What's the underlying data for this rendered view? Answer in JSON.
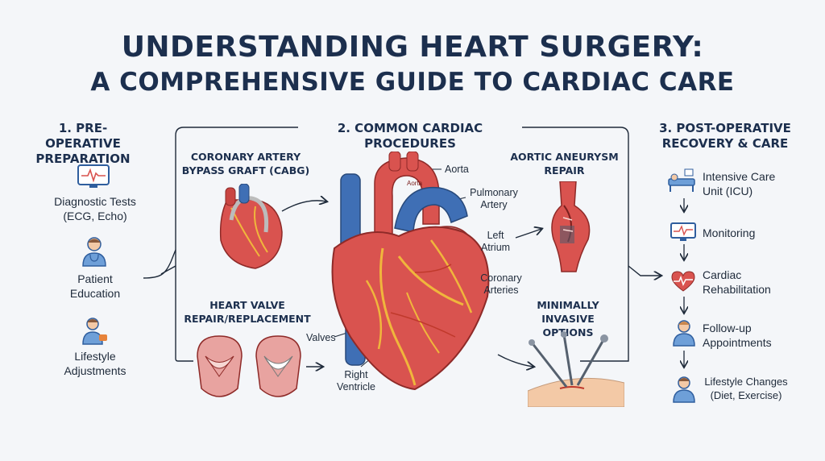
{
  "title": {
    "line1": "UNDERSTANDING HEART SURGERY:",
    "line2": "A COMPREHENSIVE GUIDE TO CARDIAC CARE"
  },
  "pre_op": {
    "heading_line1": "1. PRE-OPERATIVE",
    "heading_line2": "PREPARATION",
    "items": [
      {
        "line1": "Diagnostic Tests",
        "line2": "(ECG, Echo)",
        "icon": "monitor-ecg-icon"
      },
      {
        "line1": "Patient",
        "line2": "Education",
        "icon": "doctor-icon"
      },
      {
        "line1": "Lifestyle",
        "line2": "Adjustments",
        "icon": "person-exercise-icon"
      }
    ]
  },
  "procedures": {
    "heading": "2. COMMON CARDIAC PROCEDURES",
    "cabg": {
      "line1": "CORONARY ARTERY",
      "line2": "BYPASS GRAFT (CABG)"
    },
    "valve": {
      "line1": "HEART VALVE",
      "line2": "REPAIR/REPLACEMENT"
    },
    "aneurysm": {
      "line1": "AORTIC ANEURYSM",
      "line2": "REPAIR"
    },
    "minimal": {
      "line1": "MINIMALLY",
      "line2": "INVASIVE OPTIONS"
    }
  },
  "anatomy": {
    "aorta": "Aorta",
    "aorta_inner": "Aorta",
    "pulmonary_line1": "Pulmonary",
    "pulmonary_line2": "Artery",
    "left_line1": "Left",
    "left_line2": "Atrium",
    "coronary_line1": "Coronary",
    "coronary_line2": "Arteries",
    "valves": "Valves",
    "right_line1": "Right",
    "right_line2": "Ventricle"
  },
  "post_op": {
    "heading_line1": "3. POST-OPERATIVE",
    "heading_line2": "RECOVERY & CARE",
    "items": [
      {
        "line1": "Intensive Care",
        "line2": "Unit (ICU)",
        "icon": "hospital-bed-icon"
      },
      {
        "line1": "Monitoring",
        "line2": "",
        "icon": "monitor-icon"
      },
      {
        "line1": "Cardiac",
        "line2": "Rehabilitation",
        "icon": "heart-pulse-icon"
      },
      {
        "line1": "Follow-up",
        "line2": "Appointments",
        "icon": "doctor-icon"
      },
      {
        "line1": "Lifestyle Changes",
        "line2": "(Diet, Exercise)",
        "icon": "person-icon"
      }
    ]
  },
  "colors": {
    "title": "#1c2f4e",
    "heart_red": "#d9534f",
    "vessel_blue": "#3f6fb5",
    "coronary_yellow": "#f0b63c",
    "icon_blue": "#2f5e9e"
  }
}
